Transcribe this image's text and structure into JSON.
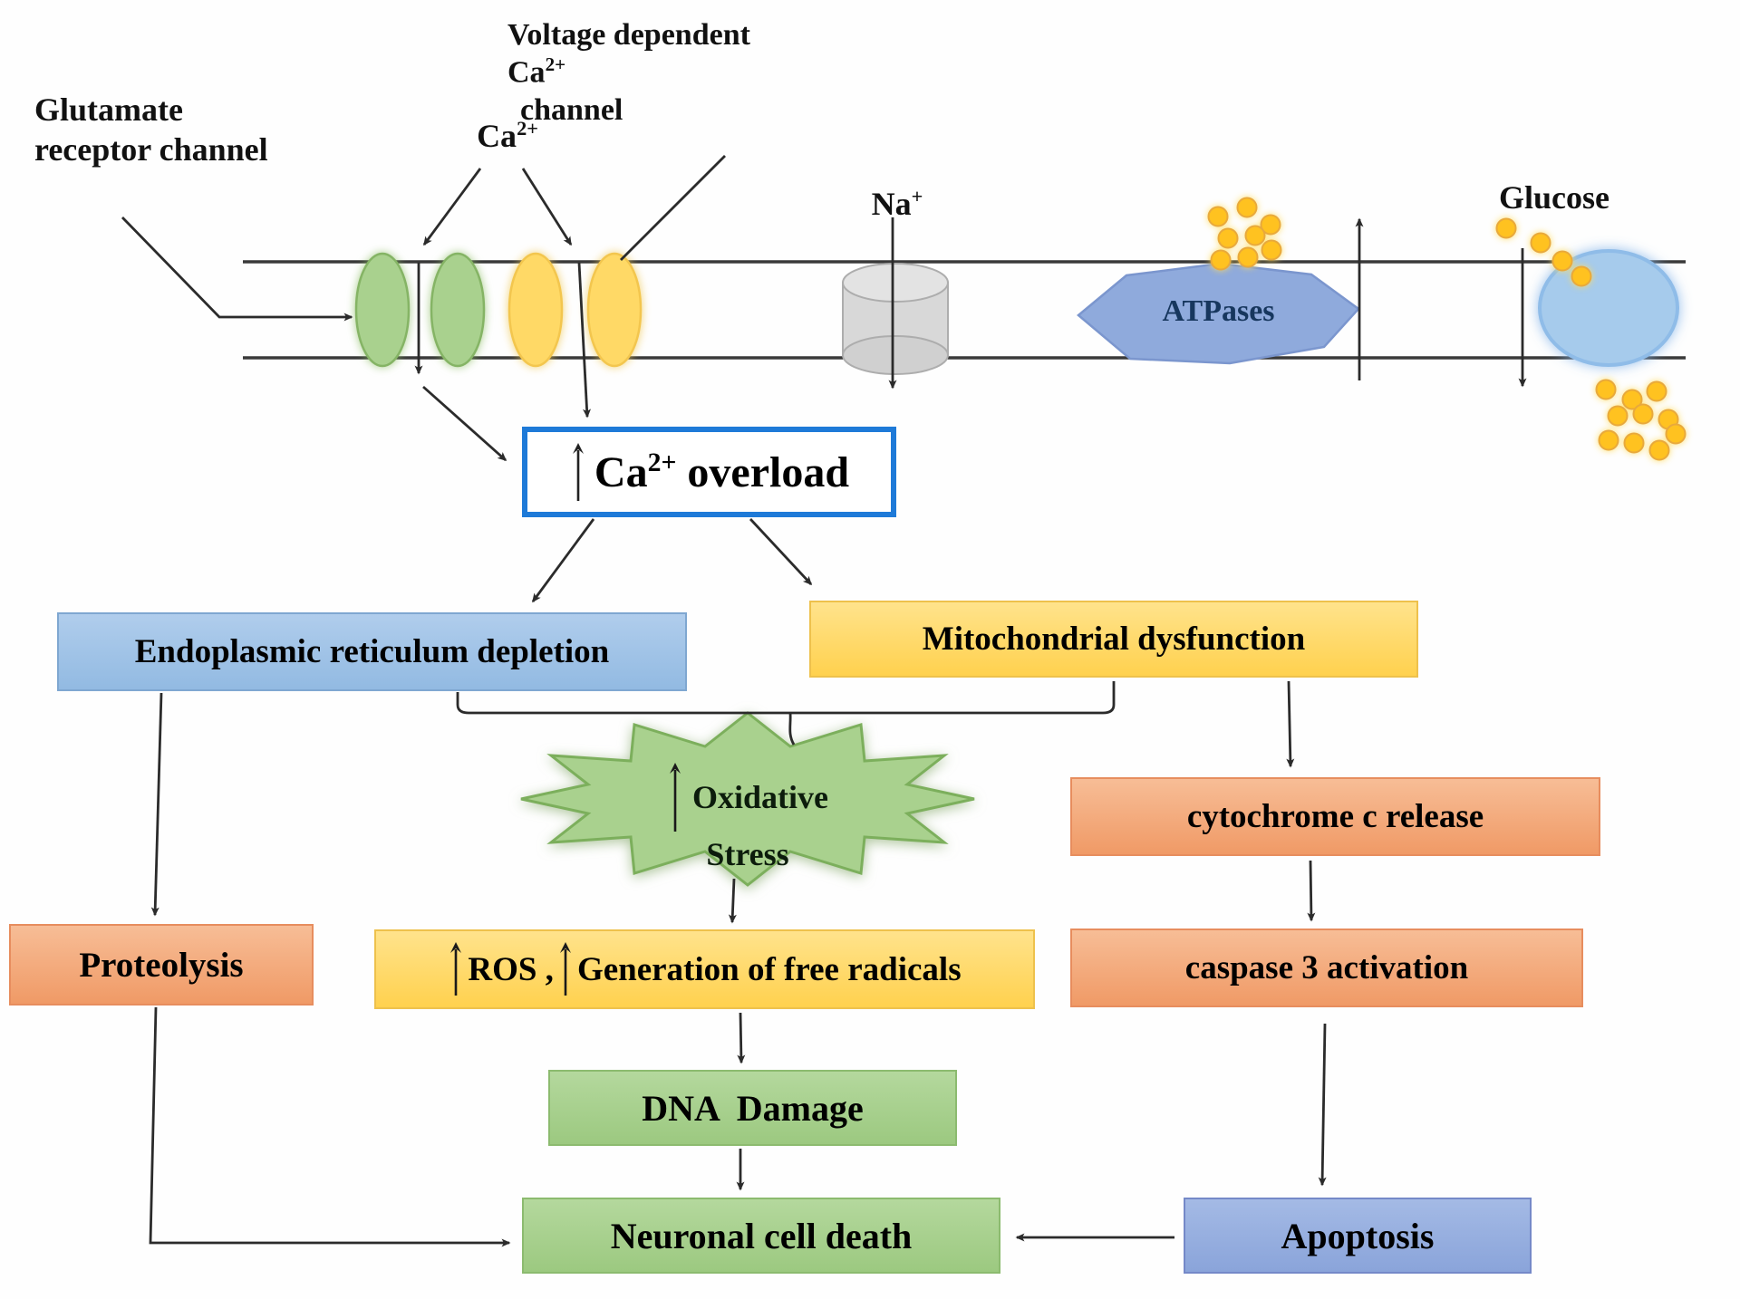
{
  "colors": {
    "membrane_line": "#3a3a3a",
    "green_channel": "#A9D18E",
    "yellow_channel": "#FFD966",
    "sodium_channel_gray": "#D8D8D8",
    "atpase_blue": "#8FAADC",
    "transporter_blue": "#A6CBEC",
    "molecule_dot": "#FFC220",
    "overload_border_blue": "#1E7AD8",
    "blue_box": "#9DC3E6",
    "yellow_box": "#FFD966",
    "salmon_box": "#F4A97C",
    "green_box": "#A9D18E",
    "purple_blue_box": "#8FAADC"
  },
  "membrane_labels": {
    "glutamate": {
      "line1": "Glutamate",
      "line2": "receptor channel"
    },
    "voltage": {
      "line1": "Voltage dependent",
      "line2_base": "Ca",
      "line2_sup": "2+",
      "line3": "channel"
    },
    "calcium": {
      "base": "Ca",
      "sup": "2+"
    },
    "sodium": {
      "base": "Na",
      "sup": "+"
    },
    "atpases": "ATPases",
    "glucose": "Glucose"
  },
  "nodes": {
    "ca_overload": {
      "pre": "Ca",
      "sup": "2+",
      "post": "overload"
    },
    "er_depletion": "Endoplasmic reticulum depletion",
    "mito_dysfunction": "Mitochondrial dysfunction",
    "oxidative_stress": {
      "line1": "Oxidative",
      "line2": "Stress"
    },
    "cytochrome": "cytochrome c release",
    "proteolysis": "Proteolysis",
    "ros": {
      "part1": "ROS ,",
      "part2": "Generation of free radicals"
    },
    "caspase": "caspase 3 activation",
    "dna_damage": "DNA  Damage",
    "neuronal_death": "Neuronal cell death",
    "apoptosis": "Apoptosis"
  }
}
